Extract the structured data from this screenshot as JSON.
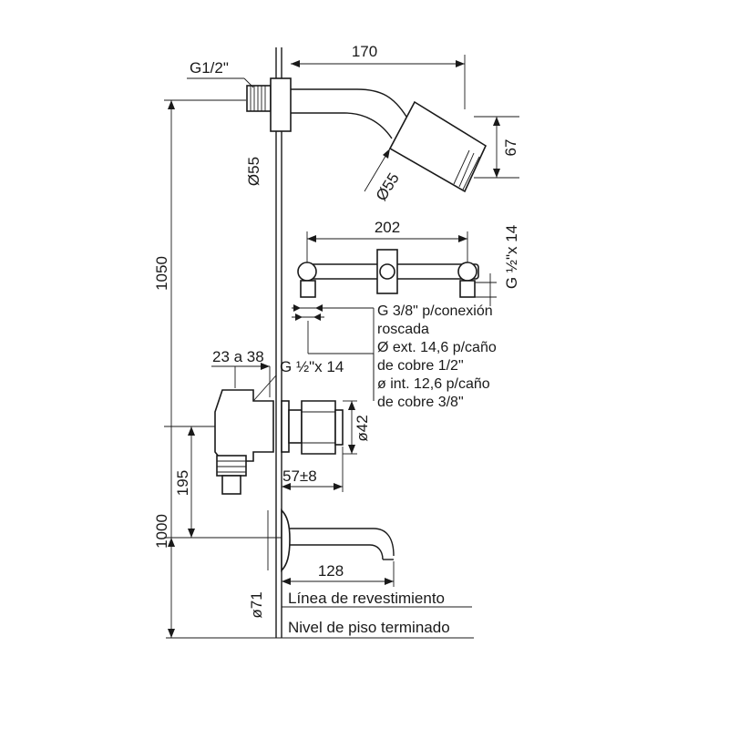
{
  "drawing": {
    "shower_arm": {
      "thread_label": "G1/2\"",
      "flange_diameter": "Ø55",
      "projection": "170",
      "head_diameter": "Ø55",
      "head_height": "67"
    },
    "mixer_body": {
      "width": "202",
      "side_thread": "G ½\"x 14",
      "connection_note": [
        "G 3/8\" p/conexión",
        "roscada",
        "Ø ext. 14,6 p/caño",
        "de cobre 1/2\"",
        "ø int. 12,6 p/caño",
        "de cobre 3/8\""
      ]
    },
    "valve": {
      "depth_range": "23 a 38",
      "thread": "G ½\"x 14",
      "handle_diameter": "ø42",
      "projection": "57±8"
    },
    "spout": {
      "length": "128",
      "flange_diameter": "ø71"
    },
    "heights": {
      "shower": "1050",
      "valve_above_spout": "195",
      "spout": "1000"
    },
    "reference_lines": {
      "wall_finish": "Línea de revestimiento",
      "floor_level": "Nivel de piso terminado"
    }
  }
}
